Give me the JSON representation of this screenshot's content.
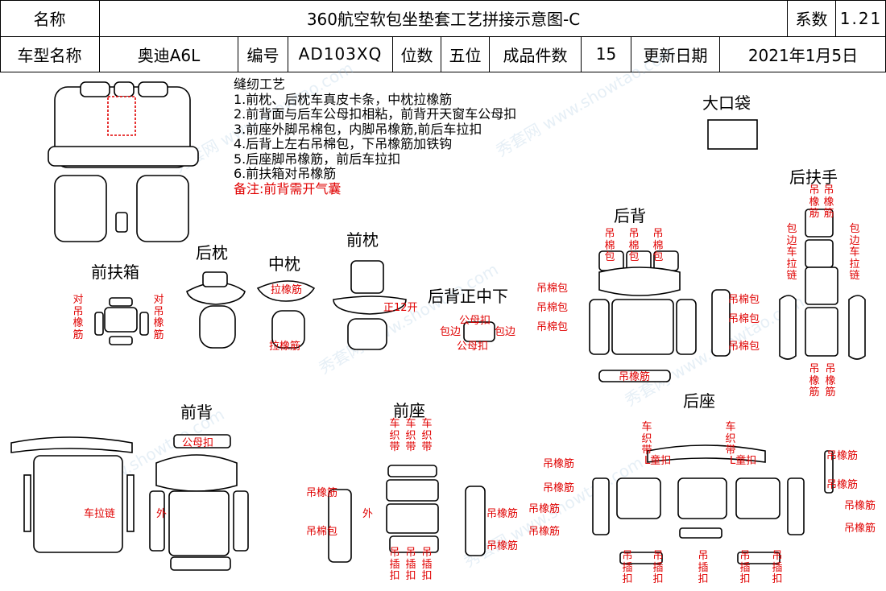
{
  "header": {
    "name_label": "名称",
    "title": "360航空软包坐垫套工艺拼接示意图-C",
    "coef_label": "系数",
    "coef_value": "1.21",
    "model_label": "车型名称",
    "model_value": "奥迪A6L",
    "code_label": "编号",
    "code_value": "AD103XQ",
    "seats_label": "位数",
    "seats_value": "五位",
    "pieces_label": "成品件数",
    "pieces_value": "15",
    "date_label": "更新日期",
    "date_value": "2021年1月5日"
  },
  "notes": {
    "title": "缝纫工艺",
    "lines": [
      "1.前枕、后枕车真皮卡条，中枕拉橡筋",
      "2.前背面与后车公母扣相粘，前背开天窗车公母扣",
      "3.前座外脚吊棉包，内脚吊橡筋,前后车拉扣",
      "4.后背上左右吊棉包，下吊橡筋加铁钩",
      "5.后座脚吊橡筋，前后车拉扣",
      "6.前扶箱对吊橡筋"
    ],
    "remark": "备注:前背需开气囊"
  },
  "parts": {
    "big_bag": "大口袋",
    "rear_armrest": "后扶手",
    "rear_back": "后背",
    "front_box": "前扶箱",
    "rear_pillow": "后枕",
    "mid_pillow": "中枕",
    "front_pillow": "前枕",
    "rear_back_center": "后背正中下",
    "front_back": "前背",
    "front_seat": "前座",
    "rear_seat": "后座"
  },
  "labels": {
    "hang_elastic": "吊橡筋",
    "hang_cotton": "吊棉包",
    "hang_cotton_v": "吊棉包",
    "wrap_edge": "包边",
    "zip_edge": "包边车拉链",
    "pull_elastic": "拉橡筋",
    "pair_hang": "对吊橡筋",
    "snap_mf": "公母扣",
    "front_open": "正12开",
    "zipper": "车拉链",
    "outer": "外",
    "seam_band": "车织带",
    "hang_buckle": "吊插扣",
    "l_tong": "L童扣"
  },
  "watermark": "秀套网 www.showtao.com"
}
